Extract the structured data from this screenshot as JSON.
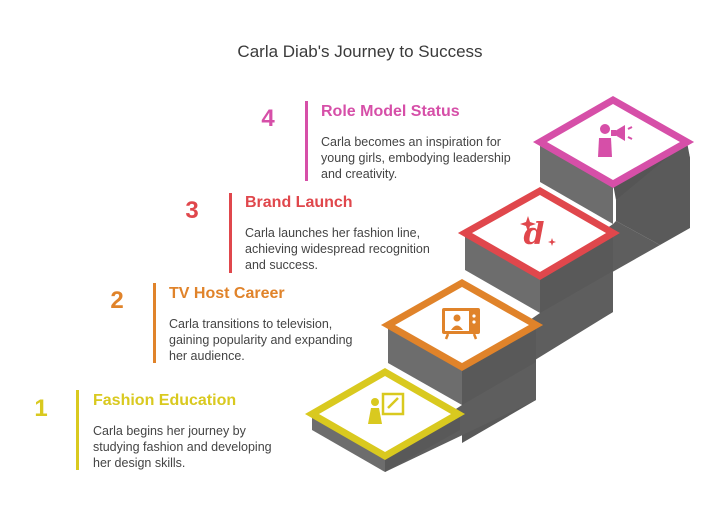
{
  "title": "Carla Diab's Journey to Success",
  "steps": [
    {
      "number": "1",
      "heading": "Fashion Education",
      "description": "Carla begins her journey by studying fashion and developing her design skills.",
      "color": "#d9c91f",
      "icon": "teacher-board-icon"
    },
    {
      "number": "2",
      "heading": "TV Host Career",
      "description": "Carla transitions to television, gaining popularity and expanding her audience.",
      "color": "#e0832a",
      "icon": "television-presenter-icon"
    },
    {
      "number": "3",
      "heading": "Brand Launch",
      "description": "Carla launches her fashion line, achieving widespread recognition and success.",
      "color": "#e0474c",
      "icon": "sparkle-brand-logo-icon"
    },
    {
      "number": "4",
      "heading": "Role Model Status",
      "description": "Carla becomes an inspiration for young girls, embodying leadership and creativity.",
      "color": "#d64fa8",
      "icon": "person-megaphone-icon"
    }
  ]
}
